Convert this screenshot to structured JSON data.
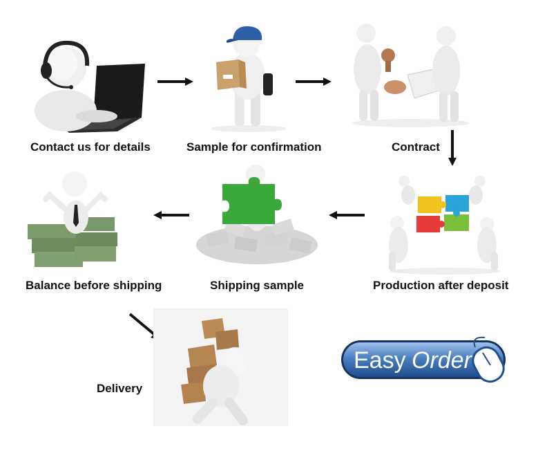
{
  "steps": [
    {
      "id": "contact",
      "label": "Contact us for details"
    },
    {
      "id": "sample",
      "label": "Sample for confirmation"
    },
    {
      "id": "contract",
      "label": "Contract"
    },
    {
      "id": "production",
      "label": "Production after deposit"
    },
    {
      "id": "shipping-sample",
      "label": "Shipping sample"
    },
    {
      "id": "balance",
      "label": "Balance before shipping"
    },
    {
      "id": "delivery",
      "label": "Delivery"
    }
  ],
  "badge": {
    "text_easy": "Easy",
    "text_order": "Order",
    "colors": {
      "primary": "#1f4e8c",
      "light": "#4a7fc1",
      "highlight": "#9dc0ea"
    }
  },
  "icons": [
    "headset-agent-icon",
    "courier-box-icon",
    "handshake-stamp-icon",
    "puzzle-team-icon",
    "puzzle-piece-icon",
    "money-stack-icon",
    "carry-boxes-icon",
    "computer-mouse-icon"
  ]
}
